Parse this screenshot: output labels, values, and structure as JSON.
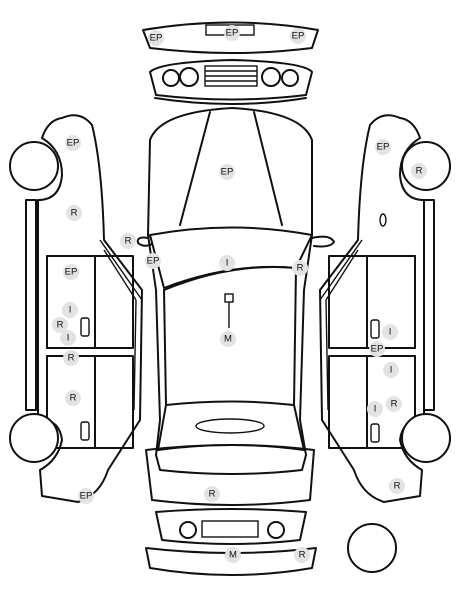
{
  "markers": [
    {
      "id": "front-bumper-left",
      "label": "EP"
    },
    {
      "id": "front-bumper-center",
      "label": "EP"
    },
    {
      "id": "front-bumper-right",
      "label": "EP"
    },
    {
      "id": "left-front-fender",
      "label": "EP"
    },
    {
      "id": "right-front-fender",
      "label": "EP"
    },
    {
      "id": "right-front-wheel",
      "label": "R"
    },
    {
      "id": "hood",
      "label": "EP"
    },
    {
      "id": "left-fender-lower",
      "label": "R"
    },
    {
      "id": "left-mirror",
      "label": "R"
    },
    {
      "id": "left-a-pillar",
      "label": "EP"
    },
    {
      "id": "windshield",
      "label": "I"
    },
    {
      "id": "right-a-pillar",
      "label": "R"
    },
    {
      "id": "left-front-door",
      "label": "EP"
    },
    {
      "id": "left-front-door-handle",
      "label": "I"
    },
    {
      "id": "left-front-door-lower-r",
      "label": "R"
    },
    {
      "id": "left-front-door-lower-i",
      "label": "I"
    },
    {
      "id": "roof",
      "label": "M"
    },
    {
      "id": "right-front-door-handle",
      "label": "I"
    },
    {
      "id": "right-b-pillar",
      "label": "EP"
    },
    {
      "id": "left-b-pillar",
      "label": "R"
    },
    {
      "id": "right-rear-door",
      "label": "I"
    },
    {
      "id": "left-rear-door",
      "label": "R"
    },
    {
      "id": "right-rear-door-handle",
      "label": "I"
    },
    {
      "id": "right-rear-door-lower",
      "label": "R"
    },
    {
      "id": "trunk",
      "label": "R"
    },
    {
      "id": "left-rear-quarter",
      "label": "EP"
    },
    {
      "id": "right-rear-quarter",
      "label": "R"
    },
    {
      "id": "rear-bumper-center",
      "label": "M"
    },
    {
      "id": "rear-bumper-right",
      "label": "R"
    }
  ]
}
